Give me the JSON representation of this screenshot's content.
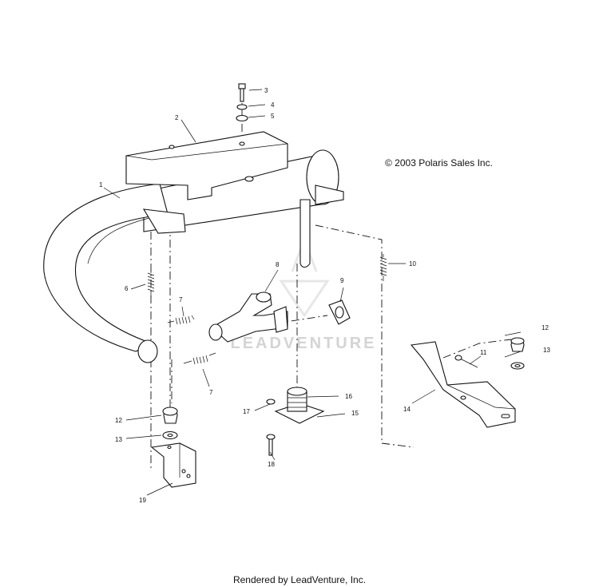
{
  "copyright": "© 2003 Polaris Sales Inc.",
  "footer": "Rendered by LeadVenture, Inc.",
  "watermark": "LEADVENTURE",
  "callouts": {
    "c1": "1",
    "c2": "2",
    "c3": "3",
    "c4": "4",
    "c5": "5",
    "c6": "6",
    "c7a": "7",
    "c7b": "7",
    "c8": "8",
    "c9": "9",
    "c10": "10",
    "c11": "11",
    "c12a": "12",
    "c12b": "12",
    "c13a": "13",
    "c13b": "13",
    "c14": "14",
    "c15": "15",
    "c16": "16",
    "c17": "17",
    "c18": "18",
    "c19": "19"
  }
}
